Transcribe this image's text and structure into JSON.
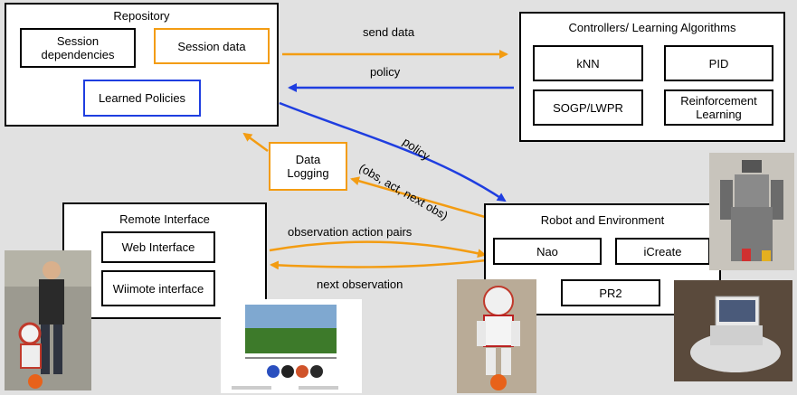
{
  "repository": {
    "title": "Repository",
    "session_dependencies": "Session dependencies",
    "session_data": "Session data",
    "learned_policies": "Learned Policies"
  },
  "controllers": {
    "title": "Controllers/ Learning Algorithms",
    "knn": "kNN",
    "pid": "PID",
    "sogp": "SOGP/LWPR",
    "rl": "Reinforcement Learning"
  },
  "data_logging": "Data Logging",
  "remote": {
    "title": "Remote Interface",
    "web": "Web Interface",
    "wiimote": "Wiimote interface"
  },
  "robot": {
    "title": "Robot and Environment",
    "nao": "Nao",
    "icreate": "iCreate",
    "pr2": "PR2"
  },
  "arrows": {
    "send_data": "send data",
    "policy_top": "policy",
    "policy_diag": "policy",
    "obs_act": "(obs, act, next obs)",
    "obs_action_pairs": "observation action pairs",
    "next_observation": "next observation"
  },
  "colors": {
    "orange": "#f39c12",
    "blue": "#1f3ee0"
  }
}
